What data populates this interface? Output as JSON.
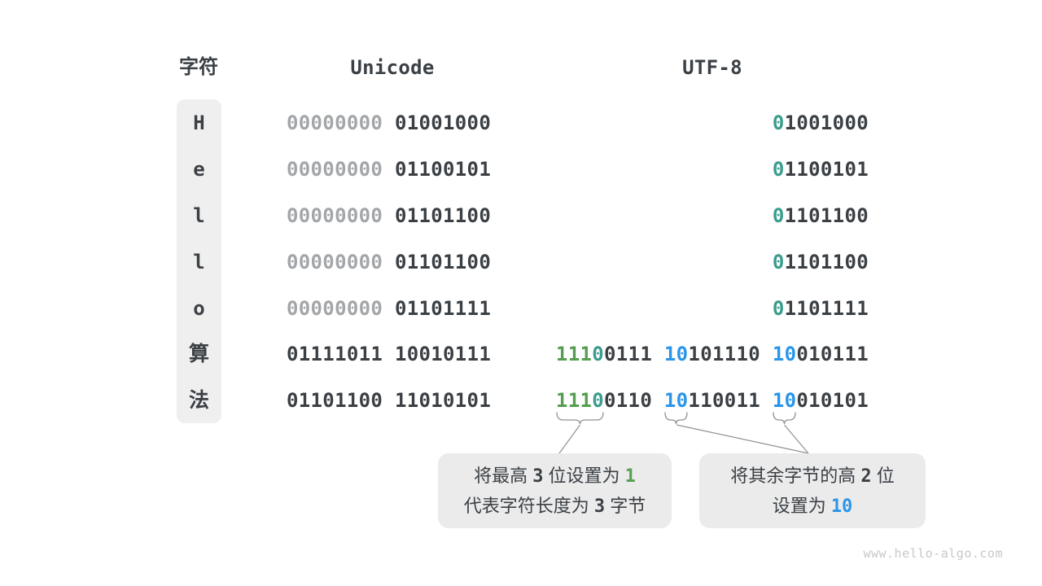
{
  "page": {
    "watermark": "www.hello-algo.com"
  },
  "colors": {
    "dark": "#3b4045",
    "gray": "#a3a6a9",
    "teal": "#3a9d8e",
    "green": "#559e52",
    "blue": "#2b95e9",
    "line": "#8f9294",
    "box_bg": "#ebebeb",
    "col_bg": "#efefef",
    "watermark": "#c6c8ca"
  },
  "table": {
    "headers": {
      "char": "字符",
      "unicode": "Unicode",
      "utf8": "UTF-8"
    },
    "rows": [
      {
        "char": "H",
        "unicode": [
          [
            {
              "t": "00000000",
              "c": "gray"
            }
          ],
          [
            {
              "t": "01001000",
              "c": "dark"
            }
          ]
        ],
        "utf8": [
          [
            {
              "t": "0",
              "c": "teal"
            },
            {
              "t": "1001000",
              "c": "dark"
            }
          ]
        ]
      },
      {
        "char": "e",
        "unicode": [
          [
            {
              "t": "00000000",
              "c": "gray"
            }
          ],
          [
            {
              "t": "01100101",
              "c": "dark"
            }
          ]
        ],
        "utf8": [
          [
            {
              "t": "0",
              "c": "teal"
            },
            {
              "t": "1100101",
              "c": "dark"
            }
          ]
        ]
      },
      {
        "char": "l",
        "unicode": [
          [
            {
              "t": "00000000",
              "c": "gray"
            }
          ],
          [
            {
              "t": "01101100",
              "c": "dark"
            }
          ]
        ],
        "utf8": [
          [
            {
              "t": "0",
              "c": "teal"
            },
            {
              "t": "1101100",
              "c": "dark"
            }
          ]
        ]
      },
      {
        "char": "l",
        "unicode": [
          [
            {
              "t": "00000000",
              "c": "gray"
            }
          ],
          [
            {
              "t": "01101100",
              "c": "dark"
            }
          ]
        ],
        "utf8": [
          [
            {
              "t": "0",
              "c": "teal"
            },
            {
              "t": "1101100",
              "c": "dark"
            }
          ]
        ]
      },
      {
        "char": "o",
        "unicode": [
          [
            {
              "t": "00000000",
              "c": "gray"
            }
          ],
          [
            {
              "t": "01101111",
              "c": "dark"
            }
          ]
        ],
        "utf8": [
          [
            {
              "t": "0",
              "c": "teal"
            },
            {
              "t": "1101111",
              "c": "dark"
            }
          ]
        ]
      },
      {
        "char": "算",
        "unicode": [
          [
            {
              "t": "01111011",
              "c": "dark"
            }
          ],
          [
            {
              "t": "10010111",
              "c": "dark"
            }
          ]
        ],
        "utf8": [
          [
            {
              "t": "111",
              "c": "green"
            },
            {
              "t": "0",
              "c": "teal"
            },
            {
              "t": "0111",
              "c": "dark"
            }
          ],
          [
            {
              "t": "10",
              "c": "blue"
            },
            {
              "t": "101110",
              "c": "dark"
            }
          ],
          [
            {
              "t": "10",
              "c": "blue"
            },
            {
              "t": "010111",
              "c": "dark"
            }
          ]
        ]
      },
      {
        "char": "法",
        "unicode": [
          [
            {
              "t": "01101100",
              "c": "dark"
            }
          ],
          [
            {
              "t": "11010101",
              "c": "dark"
            }
          ]
        ],
        "utf8": [
          [
            {
              "t": "111",
              "c": "green"
            },
            {
              "t": "0",
              "c": "teal"
            },
            {
              "t": "0110",
              "c": "dark"
            }
          ],
          [
            {
              "t": "10",
              "c": "blue"
            },
            {
              "t": "110011",
              "c": "dark"
            }
          ],
          [
            {
              "t": "10",
              "c": "blue"
            },
            {
              "t": "010101",
              "c": "dark"
            }
          ]
        ]
      }
    ]
  },
  "callouts": [
    {
      "lines": [
        [
          {
            "t": "将最高 ",
            "c": "dark"
          },
          {
            "t": "3",
            "c": "num"
          },
          {
            "t": " 位设置为 ",
            "c": "dark"
          },
          {
            "t": "1",
            "c": "green"
          }
        ],
        [
          {
            "t": "代表字符长度为 ",
            "c": "dark"
          },
          {
            "t": "3",
            "c": "num"
          },
          {
            "t": " 字节",
            "c": "dark"
          }
        ]
      ]
    },
    {
      "lines": [
        [
          {
            "t": "将其余字节的高 ",
            "c": "dark"
          },
          {
            "t": "2",
            "c": "num"
          },
          {
            "t": " 位",
            "c": "dark"
          }
        ],
        [
          {
            "t": "设置为 ",
            "c": "dark"
          },
          {
            "t": "10",
            "c": "blue"
          }
        ]
      ]
    }
  ]
}
